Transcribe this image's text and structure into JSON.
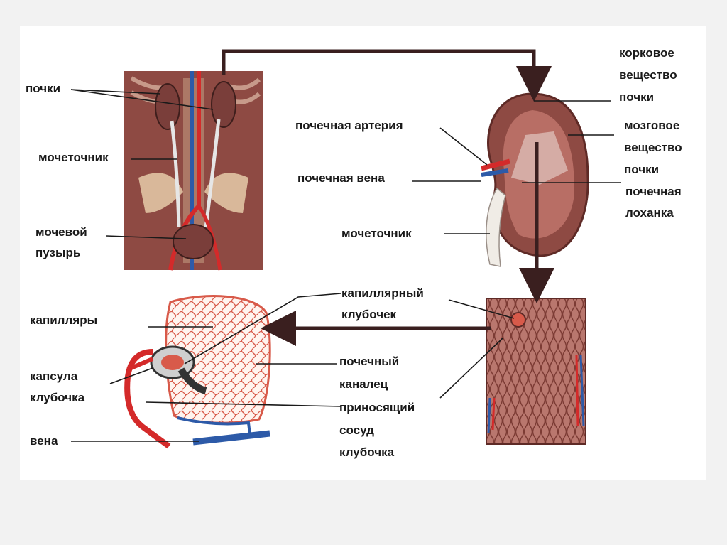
{
  "labels": {
    "kidneys": "почки",
    "ureter_left": "мочеточник",
    "bladder_1": "мочевой",
    "bladder_2": "пузырь",
    "cortex_1": "корковое",
    "cortex_2": "вещество",
    "cortex_3": "почки",
    "artery": "почечная артерия",
    "medulla_1": "мозговое",
    "medulla_2": "вещество",
    "medulla_3": "почки",
    "vein": "почечная вена",
    "pelvis_1": "почечная",
    "pelvis_2": "лоханка",
    "ureter_right": "мочеточник",
    "glomerulus_1": "капиллярный",
    "glomerulus_2": "клубочек",
    "capillaries": "капилляры",
    "capsule_1": "капсула",
    "capsule_2": "клубочка",
    "tubule_1": "почечный",
    "tubule_2": "каналец",
    "afferent_1": "приносящий",
    "afferent_2": "сосуд",
    "afferent_3": "клубочка",
    "vena": "вена"
  },
  "colors": {
    "tissue": "#8e4a43",
    "tissue_dark": "#5e2a26",
    "bone": "#d9b89a",
    "artery": "#d42a2a",
    "vein": "#2d5aa8",
    "arrow": "#3a1f1f"
  }
}
